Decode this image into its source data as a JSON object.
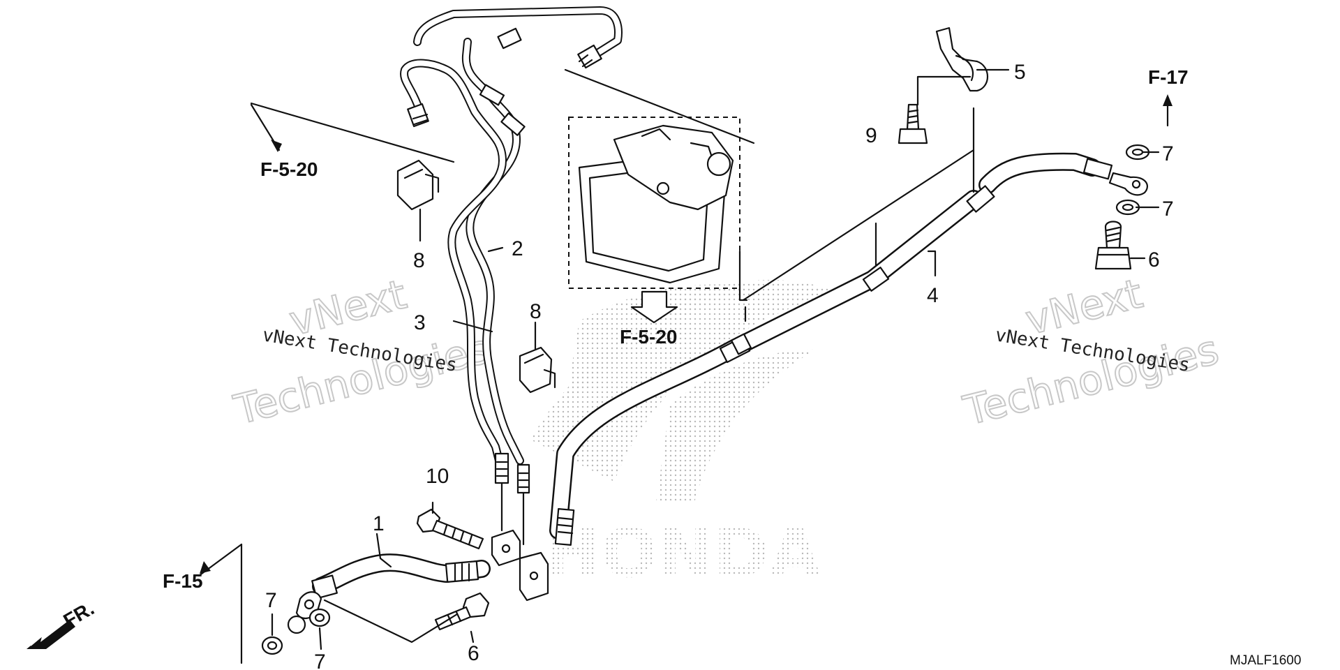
{
  "diagram": {
    "code": "MJALF1600",
    "front_label": "FR.",
    "part_numbers": {
      "p1": "1",
      "p2": "2",
      "p3": "3",
      "p4": "4",
      "p5": "5",
      "p6a": "6",
      "p6b": "6",
      "p7a": "7",
      "p7b": "7",
      "p7c": "7",
      "p7d": "7",
      "p8a": "8",
      "p8b": "8",
      "p9": "9",
      "p10": "10"
    },
    "refs": {
      "f5_20_left": "F-5-20",
      "f5_20_mid": "F-5-20",
      "f17": "F-17",
      "f15": "F-15"
    }
  },
  "watermark": {
    "brand_small": "vNext Technologies",
    "brand_top": "vNext",
    "brand_bottom": "Technologies",
    "logo_text": "HONDA"
  },
  "colors": {
    "line": "#111111",
    "background": "#ffffff",
    "watermark": "#c8c8c8"
  }
}
